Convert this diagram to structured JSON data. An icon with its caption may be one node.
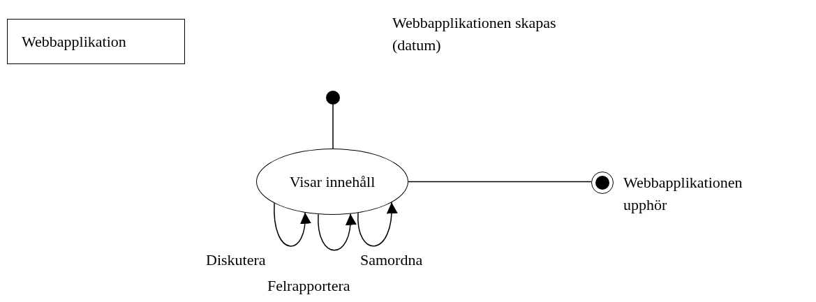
{
  "diagram": {
    "nodes": [
      {
        "text": [
          "Webbapplikation"
        ]
      },
      {
        "text": [],
        "shape": "circle"
      },
      {
        "text": [
          "Visar innehåll"
        ]
      },
      {
        "text": [],
        "shape": "circle",
        "beside": [
          "Webbapplikationen upphör"
        ]
      }
    ],
    "edges": [
      {
        "from": 1,
        "to": 2,
        "arrow": "none"
      },
      {
        "from": 2,
        "to": 3,
        "arrow": "none"
      },
      {
        "from": 2,
        "to": 2,
        "arrow": "to",
        "label": "Diskutera"
      },
      {
        "from": 2,
        "to": 2,
        "arrow": "to",
        "label": "Felrapportera"
      },
      {
        "from": 2,
        "to": 2,
        "arrow": "to",
        "label": "Samordna"
      }
    ],
    "labels": [
      "Webbapplikationen skapas (datum)"
    ]
  }
}
